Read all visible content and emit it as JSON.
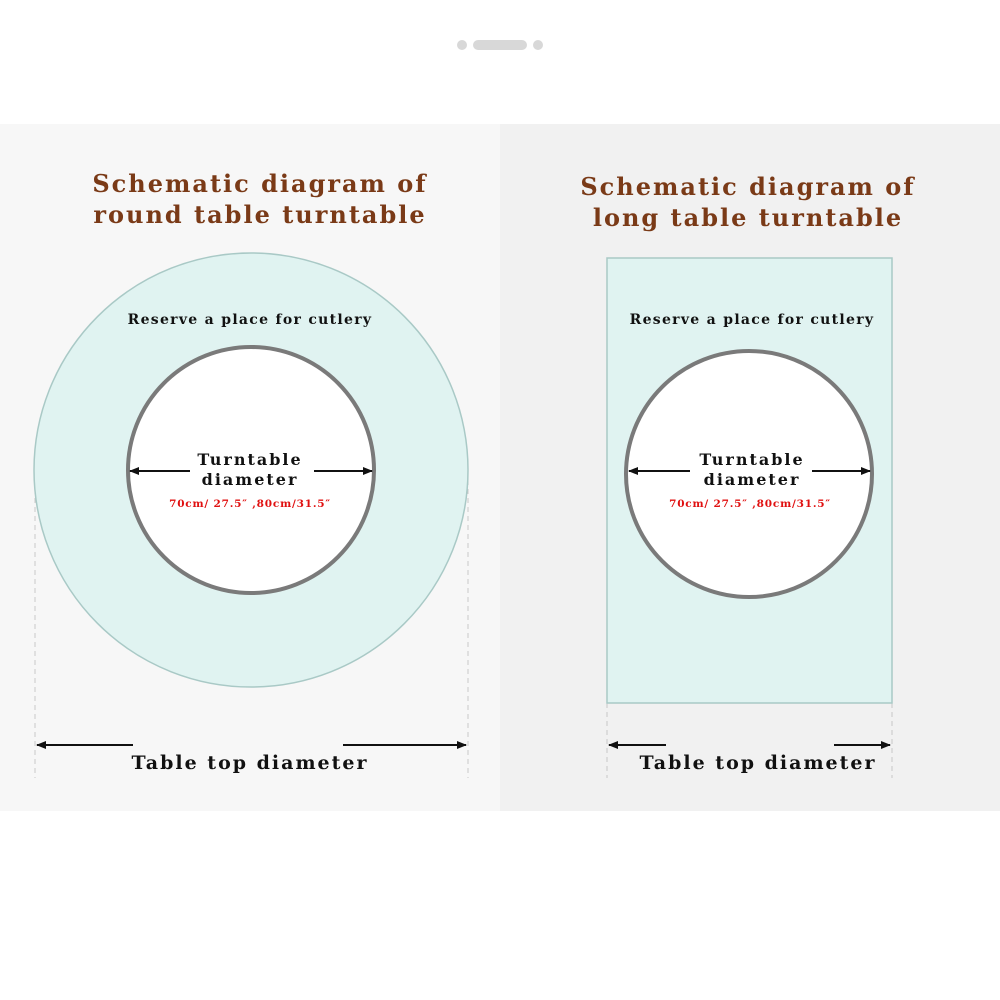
{
  "round": {
    "title_line1": "Schematic diagram of",
    "title_line2": "round table turntable",
    "cutlery_label": "Reserve a place for cutlery",
    "turntable_line1": "Turntable",
    "turntable_line2": "diameter",
    "diameter_values": "70cm/ 27.5″ ,80cm/31.5″",
    "table_top_label": "Table top diameter"
  },
  "long": {
    "title_line1": "Schematic diagram of",
    "title_line2": "long table turntable",
    "cutlery_label": "Reserve a place for cutlery",
    "turntable_line1": "Turntable",
    "turntable_line2": "diameter",
    "diameter_values": "70cm/ 27.5″ ,80cm/31.5″",
    "table_top_label": "Table top diameter"
  },
  "colors": {
    "title": "#7a3a17",
    "table_fill": "#e0f3f1",
    "table_edge": "#a9c9c6",
    "turntable_edge": "#7a7a7a",
    "dimension_values": "#e01010"
  }
}
